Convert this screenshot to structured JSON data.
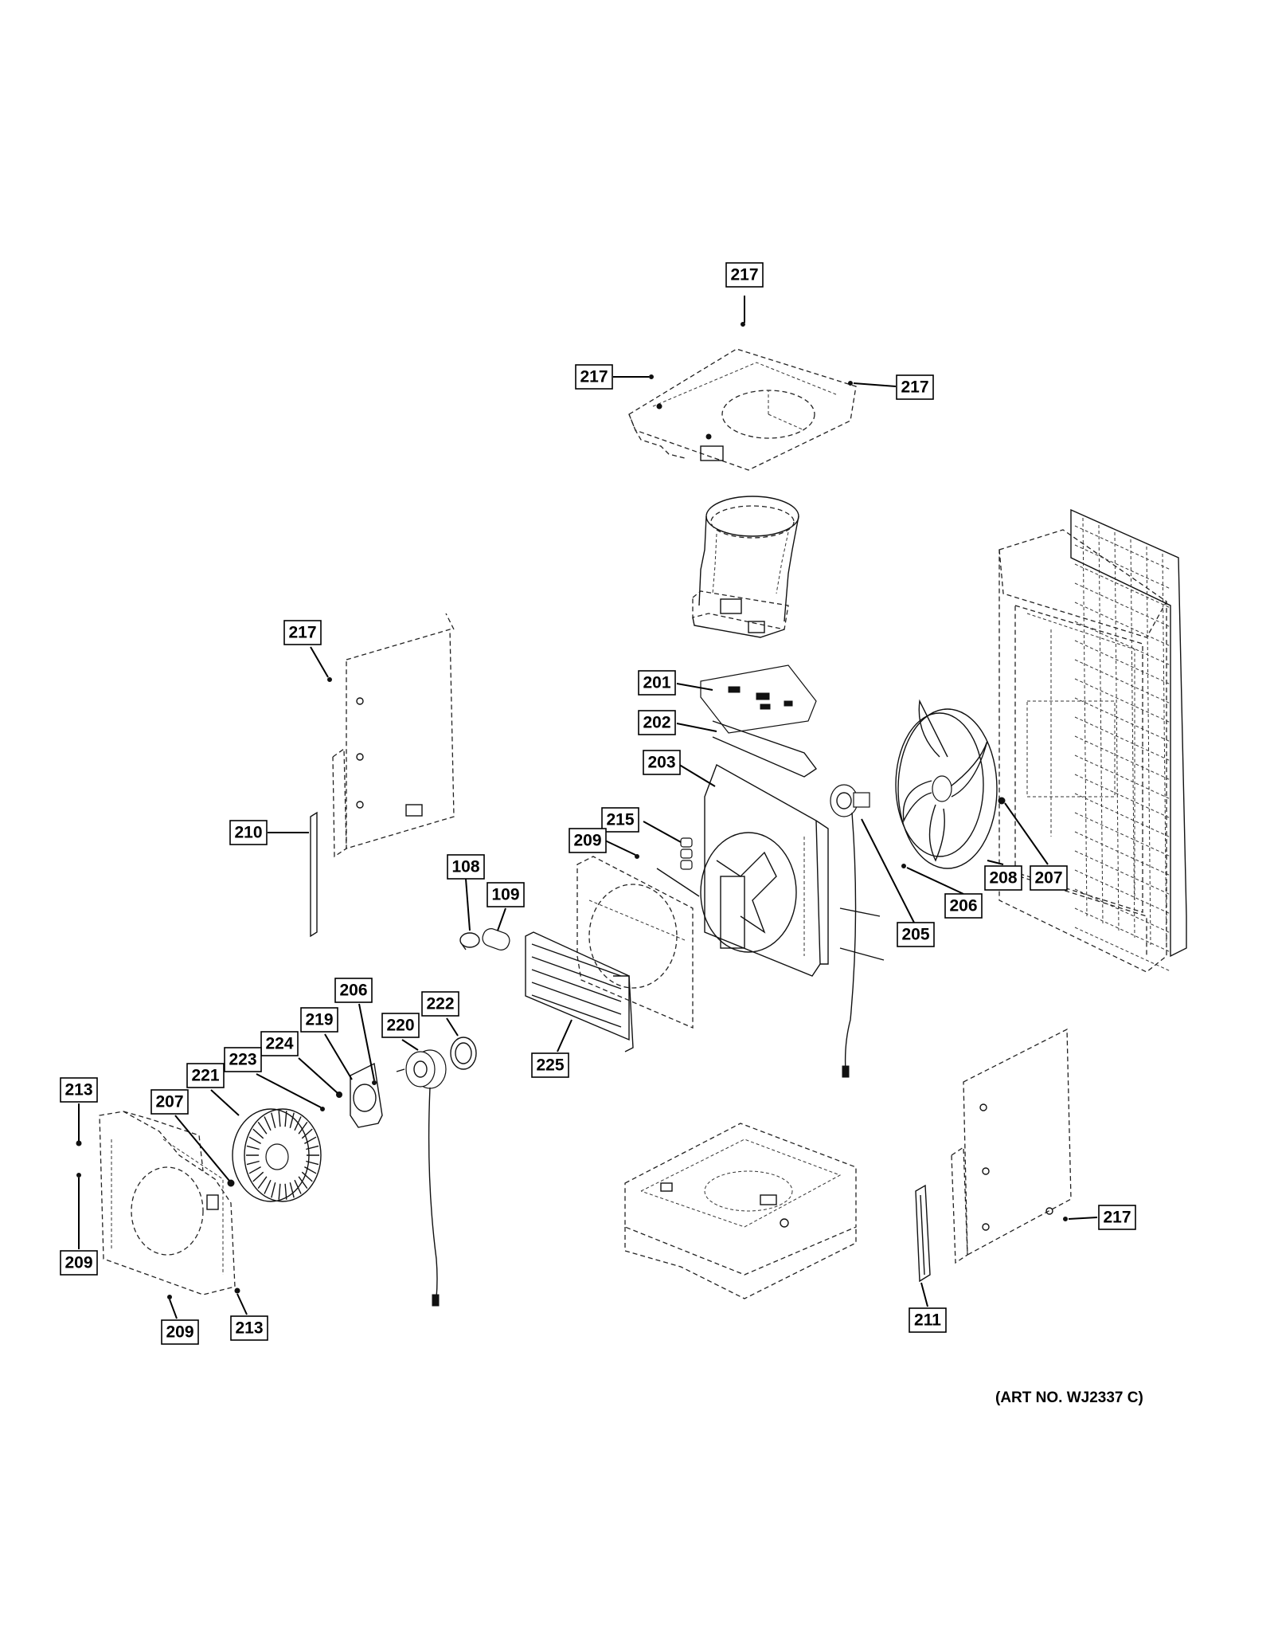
{
  "art_number": "(ART NO. WJ2337 C)",
  "callouts": [
    {
      "id": "c-217-top",
      "label": "217"
    },
    {
      "id": "c-217-left-top",
      "label": "217"
    },
    {
      "id": "c-217-right-top",
      "label": "217"
    },
    {
      "id": "c-217-side-left",
      "label": "217"
    },
    {
      "id": "c-201",
      "label": "201"
    },
    {
      "id": "c-202",
      "label": "202"
    },
    {
      "id": "c-203",
      "label": "203"
    },
    {
      "id": "c-215",
      "label": "215"
    },
    {
      "id": "c-209-mid",
      "label": "209"
    },
    {
      "id": "c-210",
      "label": "210"
    },
    {
      "id": "c-108",
      "label": "108"
    },
    {
      "id": "c-109",
      "label": "109"
    },
    {
      "id": "c-207-right",
      "label": "207"
    },
    {
      "id": "c-208",
      "label": "208"
    },
    {
      "id": "c-206-right",
      "label": "206"
    },
    {
      "id": "c-205",
      "label": "205"
    },
    {
      "id": "c-206-left",
      "label": "206"
    },
    {
      "id": "c-222",
      "label": "222"
    },
    {
      "id": "c-219",
      "label": "219"
    },
    {
      "id": "c-220",
      "label": "220"
    },
    {
      "id": "c-224",
      "label": "224"
    },
    {
      "id": "c-223",
      "label": "223"
    },
    {
      "id": "c-221",
      "label": "221"
    },
    {
      "id": "c-225",
      "label": "225"
    },
    {
      "id": "c-213-top",
      "label": "213"
    },
    {
      "id": "c-207-left",
      "label": "207"
    },
    {
      "id": "c-209-left",
      "label": "209"
    },
    {
      "id": "c-209-bottom",
      "label": "209"
    },
    {
      "id": "c-213-bottom",
      "label": "213"
    },
    {
      "id": "c-217-bottom-right",
      "label": "217"
    },
    {
      "id": "c-211",
      "label": "211"
    }
  ]
}
